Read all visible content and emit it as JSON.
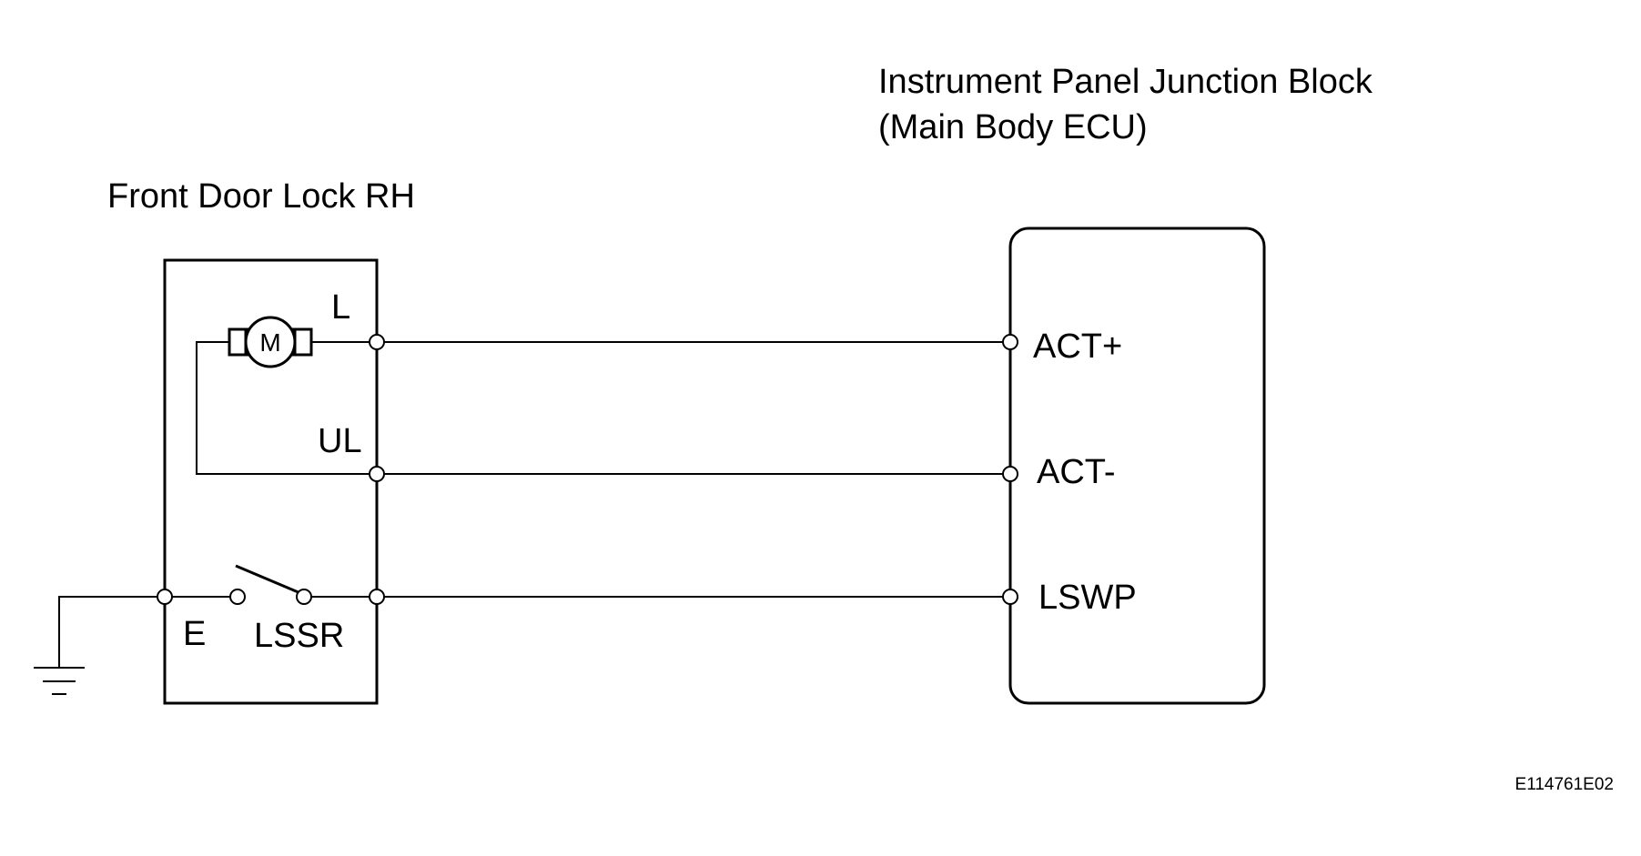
{
  "front_door_lock": {
    "title": "Front Door Lock RH",
    "pins": {
      "l": "L",
      "ul": "UL",
      "e": "E",
      "lssr": "LSSR"
    },
    "motor_label": "M"
  },
  "ecu": {
    "title_line1": "Instrument Panel Junction Block",
    "title_line2": "(Main Body ECU)",
    "pins": {
      "act_plus": "ACT+",
      "act_minus": "ACT-",
      "lswp": "LSWP"
    }
  },
  "figure_id": "E114761E02"
}
